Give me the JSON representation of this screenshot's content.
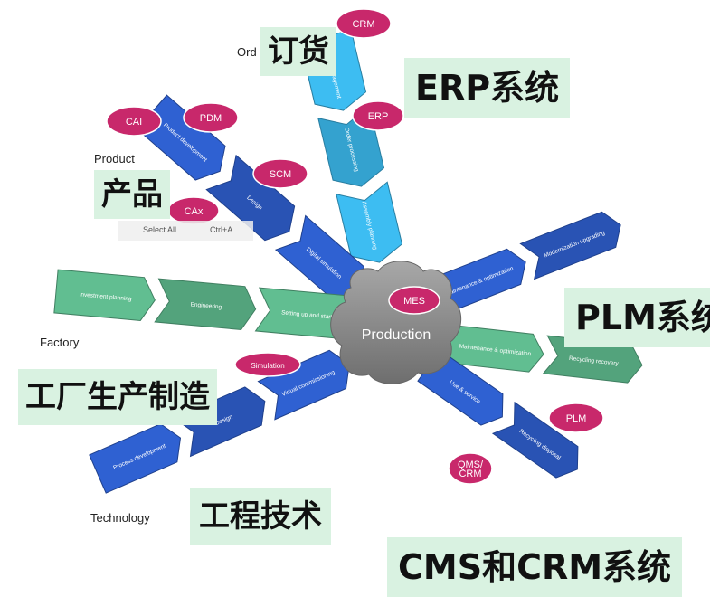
{
  "hub": {
    "label": "Production",
    "badge": "MES"
  },
  "badges": [
    "CRM",
    "ERP",
    "CAI",
    "PDM",
    "SCM",
    "CAx",
    "Simulation",
    "PLM",
    "QMS/\nCRM"
  ],
  "english_labels": {
    "order": "Ord",
    "product": "Product",
    "factory": "Factory",
    "technology": "Technology"
  },
  "chinese_labels": {
    "order": "订货",
    "erp": "ERP系统",
    "product": "产品",
    "plm": "PLM系统",
    "factory": "工厂生产制造",
    "engineering": "工程技术",
    "cms_crm": "CMS和CRM系统"
  },
  "context_menu": {
    "item": "Select All",
    "shortcut": "Ctrl+A"
  },
  "arms": {
    "order": [
      "Order management",
      "Order processing",
      "Assembly planning"
    ],
    "product": [
      "Product development",
      "Design",
      "Digital simulation"
    ],
    "factory": [
      "Investment planning",
      "Engineering",
      "Setting up and start"
    ],
    "technology": [
      "Process development",
      "Design",
      "Virtual commissioning"
    ],
    "plm_upper": [
      "Maintenance & optimization",
      "Modernization upgrading"
    ],
    "plm_lower": [
      "Maintenance & optimization",
      "Recycling recovery"
    ],
    "service": [
      "Use & service",
      "Recycling disposal"
    ]
  },
  "colors": {
    "cyan": "#3ab4e6",
    "green": "#5cb58a",
    "blue": "#2d5cc8",
    "badge": "#c8286b",
    "hub": "#8c8c8c",
    "label_bg": "#d9f2e1"
  }
}
